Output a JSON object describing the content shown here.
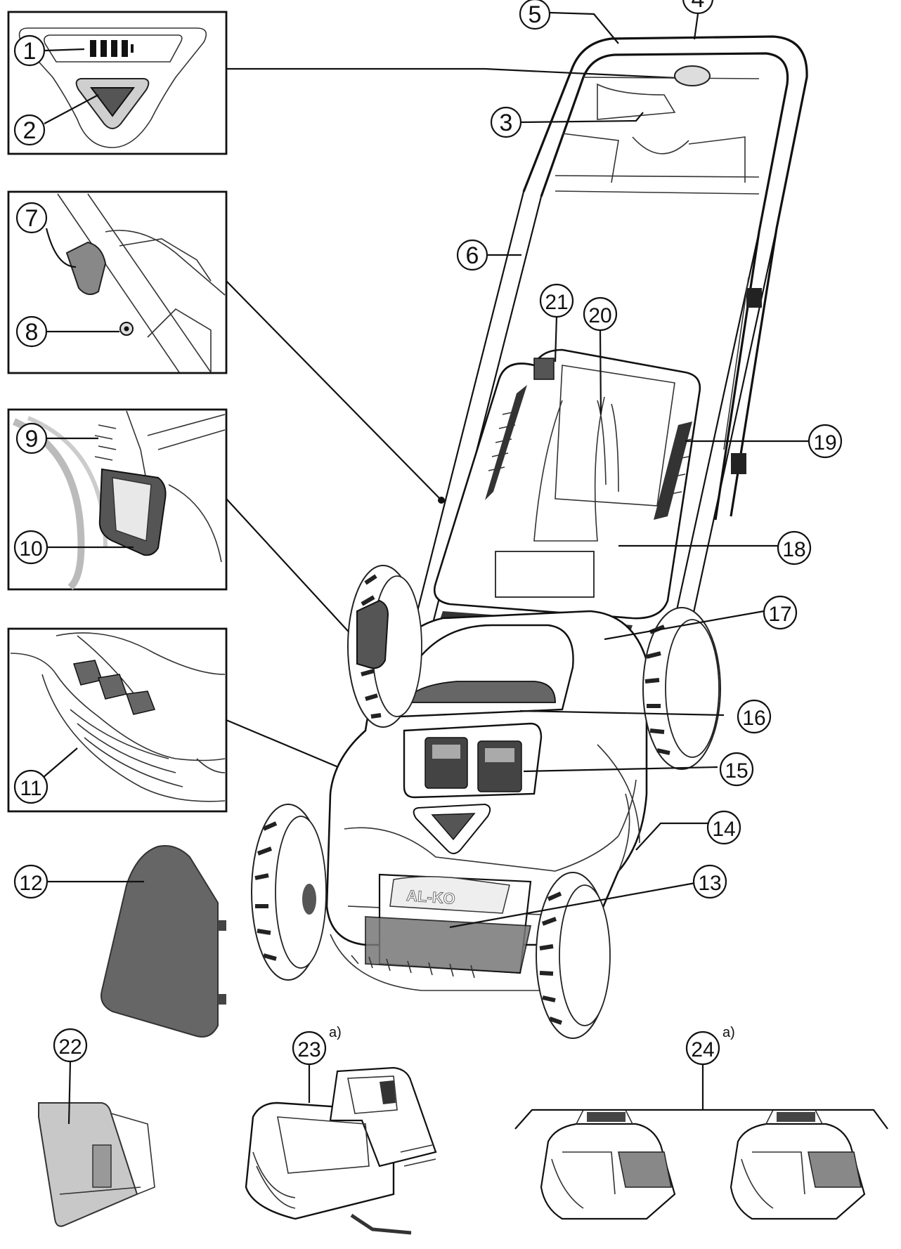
{
  "figure": {
    "brand_label": "AL-KO",
    "callouts": [
      "1",
      "2",
      "3",
      "4",
      "5",
      "6",
      "7",
      "8",
      "9",
      "10",
      "11",
      "12",
      "13",
      "14",
      "15",
      "16",
      "17",
      "18",
      "19",
      "20",
      "21",
      "22",
      "23",
      "24"
    ],
    "footnote_marks": {
      "n23": "a)",
      "n24": "a)"
    }
  }
}
